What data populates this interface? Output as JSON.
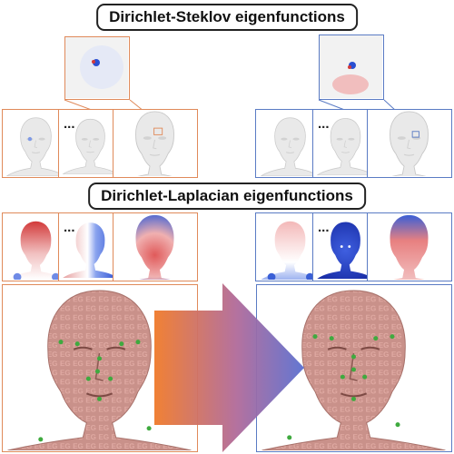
{
  "titles": {
    "steklov": "Dirichlet-Steklov eigenfunctions",
    "laplacian": "Dirichlet-Laplacian eigenfunctions"
  },
  "ellipsis": "...",
  "colors": {
    "source_frame": "#e08a5a",
    "target_frame": "#5a7bc4",
    "arrow_start": "#f07a2a",
    "arrow_end": "#5a6fd0",
    "landmark": "#3faa3f",
    "eigen_positive": "#d23a3a",
    "eigen_negative": "#2a4fd2"
  },
  "overlay_text": "EG"
}
